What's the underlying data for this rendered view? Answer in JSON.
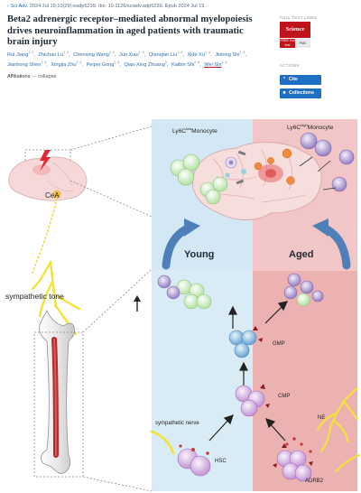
{
  "header": {
    "journal_link": "Sci Adv.",
    "citation": "2024 Jul 19;10(29):eadp5239. doi: 10.1126/sciadv.adp5239. Epub 2024 Jul 19.",
    "title": "Beta2 adrenergic receptor–mediated abnormal myelopoiesis drives neuroinflammation in aged patients with traumatic brain injury",
    "authors": [
      {
        "name": "Rui Jiang",
        "sup": "1, 2"
      },
      {
        "name": "Zhichao Lu",
        "sup": "1, 2"
      },
      {
        "name": "Chenxing Wang",
        "sup": "1, 2"
      },
      {
        "name": "Jun Xiao",
        "sup": "1, 3"
      },
      {
        "name": "Qianqian Liu",
        "sup": "1, 4"
      },
      {
        "name": "Xide Xu",
        "sup": "1, 4"
      },
      {
        "name": "Jinlong Shi",
        "sup": "1, 4"
      },
      {
        "name": "Jianhong Shen",
        "sup": "1, 4"
      },
      {
        "name": "Xingjia Zhu",
        "sup": "1, 4"
      },
      {
        "name": "Peipei Gong",
        "sup": "1, 4"
      },
      {
        "name": "Qian-Xing Zhuang",
        "sup": "5"
      },
      {
        "name": "Kaibin Shi",
        "sup": "2, 6"
      },
      {
        "name": "Wei Shi",
        "sup": "1, 4"
      }
    ],
    "affiliations_label": "Affiliations",
    "affiliations_toggle": "collapse"
  },
  "sidebar": {
    "full_text_label": "FULL TEXT LINKS",
    "science_label": "Science",
    "ft_label": "FREE Full text",
    "pmc_label": "PMC",
    "actions_label": "ACTIONS",
    "cite_label": "Cite",
    "collections_label": "Collections"
  },
  "figure": {
    "ly6c_low": "Ly6C",
    "ly6c_low_sup": "low",
    "ly6c_high": "Ly6C",
    "ly6c_high_sup": "high",
    "monocyte": "Monocyte",
    "cea": "CeA",
    "young": "Young",
    "aged": "Aged",
    "sympathetic_tone": "sympathetic tone",
    "sympathetic_nerve": "sympathetic nerve",
    "hsc": "HSC",
    "cmp": "CMP",
    "gmp": "GMP",
    "ne": "NE",
    "adrb2": "ADRB2"
  },
  "colors": {
    "link": "#2f6fae",
    "accent_red": "#c0141c",
    "button_blue": "#1e6fc4"
  }
}
